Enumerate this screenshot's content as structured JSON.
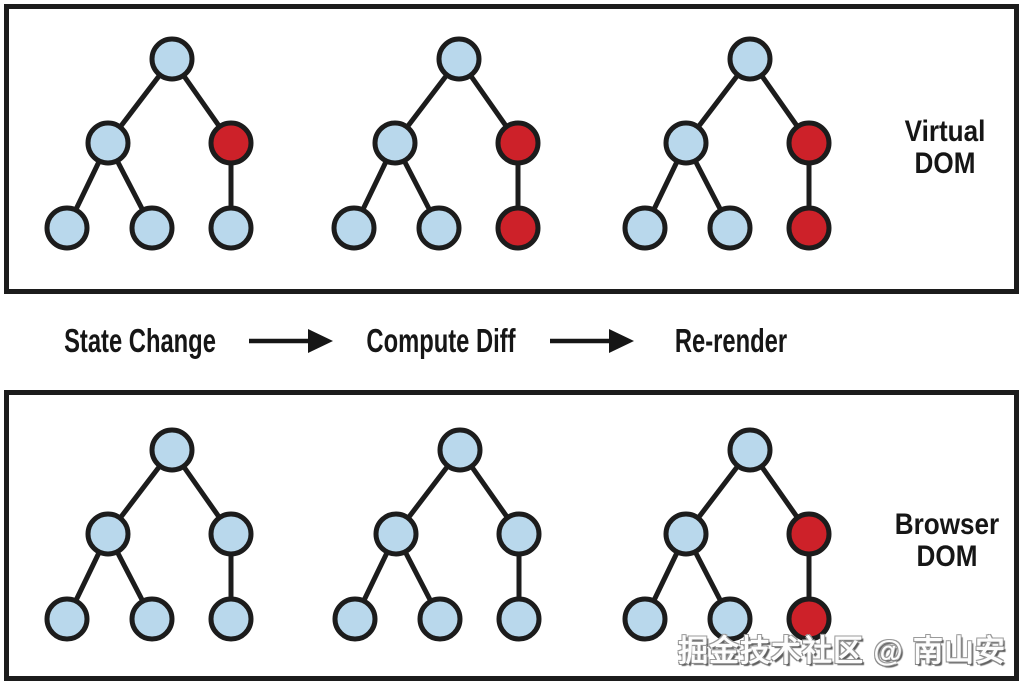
{
  "colors": {
    "node_blue": "#b9d8ec",
    "node_red": "#cd2129",
    "stroke": "#1c1c1c",
    "panel_border": "#1c1c1c",
    "text": "#161616",
    "background": "#ffffff",
    "watermark_fill": "#fdfdfd",
    "watermark_outline": "#8a8a8a"
  },
  "panels": [
    {
      "id": "virtual-dom",
      "label_lines": [
        "Virtual",
        "DOM"
      ],
      "trees": [
        {
          "nodes": {
            "root": "blue",
            "left": "blue",
            "right": "red",
            "leaf1": "blue",
            "leaf2": "blue",
            "leaf3": "blue"
          }
        },
        {
          "nodes": {
            "root": "blue",
            "left": "blue",
            "right": "red",
            "leaf1": "blue",
            "leaf2": "blue",
            "leaf3": "red"
          }
        },
        {
          "nodes": {
            "root": "blue",
            "left": "blue",
            "right": "red",
            "leaf1": "blue",
            "leaf2": "blue",
            "leaf3": "red"
          }
        }
      ]
    },
    {
      "id": "browser-dom",
      "label_lines": [
        "Browser",
        "DOM"
      ],
      "trees": [
        {
          "nodes": {
            "root": "blue",
            "left": "blue",
            "right": "blue",
            "leaf1": "blue",
            "leaf2": "blue",
            "leaf3": "blue"
          }
        },
        {
          "nodes": {
            "root": "blue",
            "left": "blue",
            "right": "blue",
            "leaf1": "blue",
            "leaf2": "blue",
            "leaf3": "blue"
          }
        },
        {
          "nodes": {
            "root": "blue",
            "left": "blue",
            "right": "red",
            "leaf1": "blue",
            "leaf2": "blue",
            "leaf3": "red"
          }
        }
      ]
    }
  ],
  "process": {
    "steps": [
      "State Change",
      "Compute Diff",
      "Re-render"
    ],
    "arrow_icon": "right-arrow-icon"
  },
  "watermark": "掘金技术社区 @ 南山安"
}
